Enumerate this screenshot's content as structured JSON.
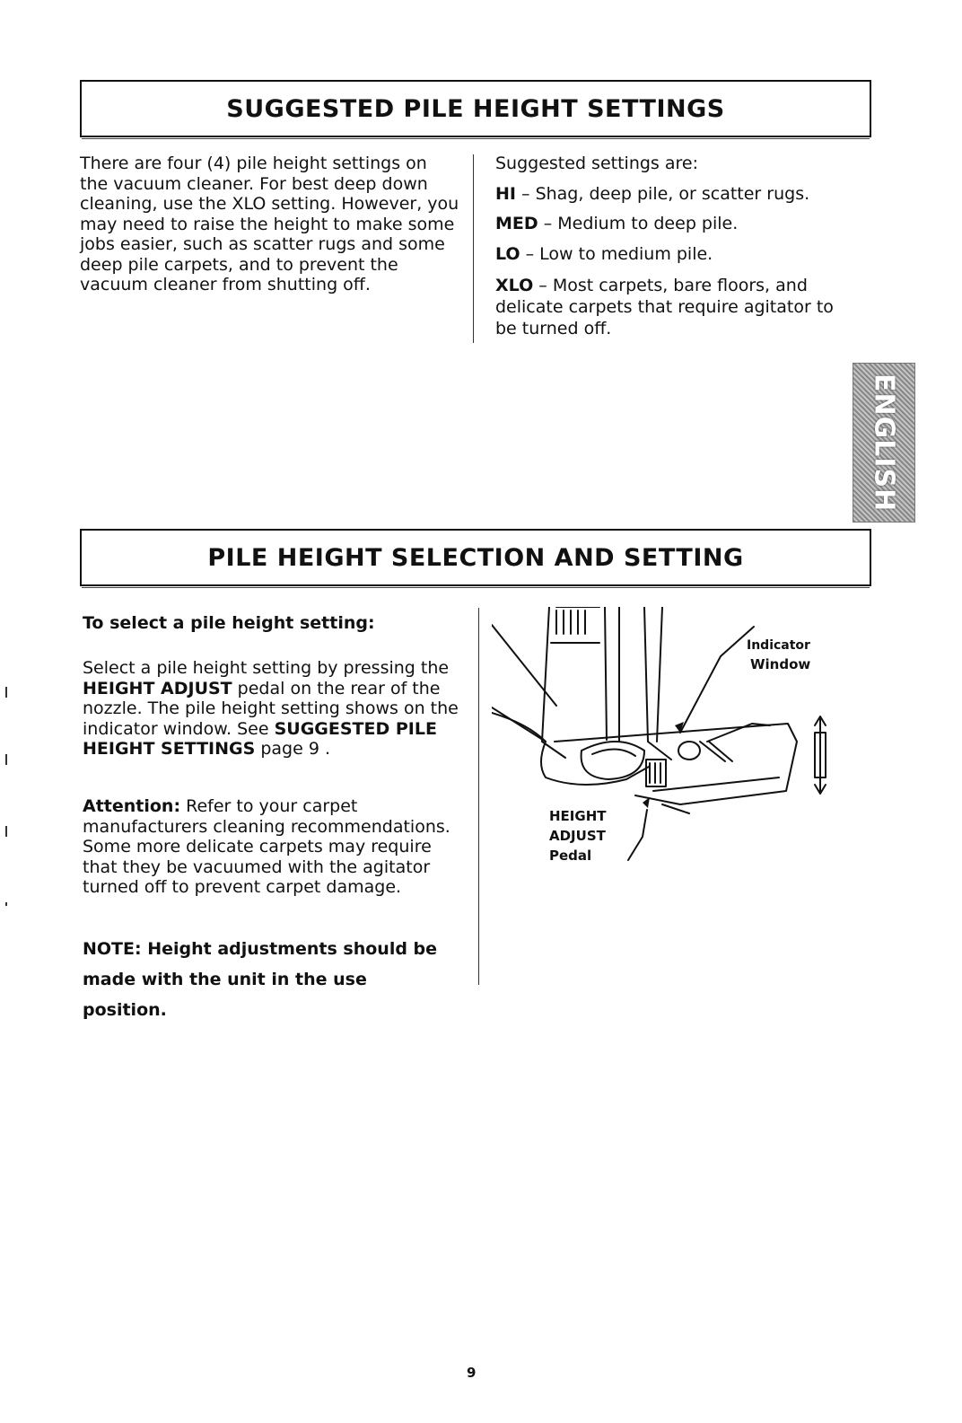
{
  "section1": {
    "title": "SUGGESTED PILE HEIGHT SETTINGS",
    "left_paragraph": "There are four (4) pile height settings on the vacuum cleaner.  For best deep down cleaning, use the XLO setting. However, you may need to raise the height to make some jobs easier, such as scatter rugs and some deep pile carpets, and to prevent the vacuum cleaner from shutting off.",
    "right_intro": "Suggested settings are:",
    "settings": [
      {
        "code": "HI",
        "desc": " – Shag, deep pile, or scatter rugs."
      },
      {
        "code": "MED",
        "desc": " – Medium to deep pile."
      },
      {
        "code": "LO",
        "desc": " – Low to medium pile."
      },
      {
        "code": "XLO",
        "desc": " – Most carpets, bare floors, and delicate carpets that require agitator to be turned off."
      }
    ]
  },
  "side_tab": "ENGLISH",
  "section2": {
    "title": "PILE HEIGHT SELECTION AND SETTING",
    "subheading": "To select a pile height setting:",
    "p1_a": "Select a pile height setting by pressing the ",
    "p1_b": "HEIGHT ADJUST",
    "p1_c": " pedal on the rear of the nozzle. The pile height setting shows on the indicator window. See ",
    "p1_d": "SUGGESTED PILE HEIGHT SETTINGS",
    "p1_e": " page 9 .",
    "attention_label": "Attention:",
    "attention_text": " Refer to your carpet manufacturers cleaning recommendations. Some more delicate carpets may require that they be vacuumed with the agitator turned off to prevent carpet damage.",
    "note": "NOTE: Height adjustments should be made with the unit in the use position.",
    "figure_labels": {
      "indicator": "Indicator",
      "window": "Window",
      "height": "HEIGHT",
      "adjust": "ADJUST",
      "pedal": "Pedal"
    }
  },
  "page_number": "9"
}
